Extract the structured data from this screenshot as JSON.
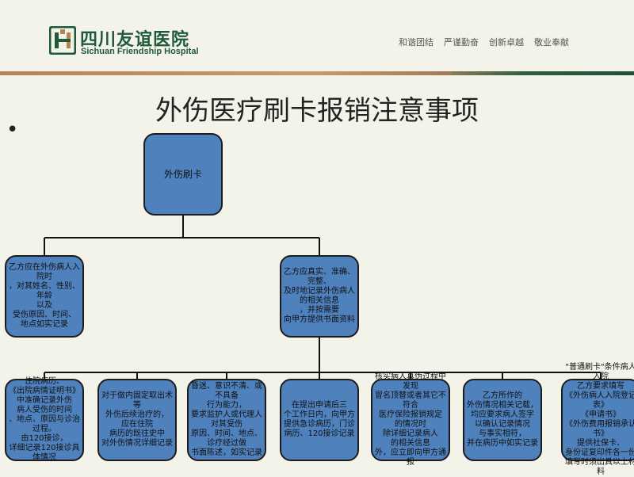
{
  "header": {
    "logo_cn": "四川友谊医院",
    "logo_en": "Sichuan Friendship Hospital",
    "nav": [
      "和谐团结",
      "严谨勤奋",
      "创新卓越",
      "敬业奉献"
    ]
  },
  "slide": {
    "title": "外伤医疗刷卡报销注意事项",
    "bullet": "•"
  },
  "diagram": {
    "root": "外伤刷卡",
    "level2": [
      "乙方应在外伤病人入院时\n，对其姓名、性别、年龄\n以及\n受伤原因、时间、\n地点如实记录",
      "乙方应真实、准确、完整、\n及时地记录外伤病人\n的相关信息\n，并按需要\n向甲方提供书面资料"
    ],
    "level3": [
      "住院病历、\n《出院病情证明书》\n中准确记录外伤\n病人受伤的时间\n、地点、原因与诊治过程。\n由120接诊，\n详细记录120接诊具体情况",
      "对于做内固定取出术等\n外伤后续治疗的，\n应在住院\n病历的既往史中\n对外伤情况详细记录",
      "昏迷、意识不清、或不具备\n行为能力，\n要求监护人或代理人\n对其受伤\n原因、时间、地点、\n诊疗经过做\n书面陈述，如实记录",
      "在提出申请后三\n个工作日内，向甲方\n提供急诊病历，门诊\n病历、120接诊记录",
      "核实病人真伪过程中\n发现\n冒名顶替或者其它不符合\n医疗保险报销规定\n的情况时\n除详细记录病人\n的相关信息\n外，应立即向甲方通报",
      "乙方所作的\n外伤情况相关记载，\n均应要求病人签字\n以确认记录情况\n与事实相符，\n并在病历中如实记录",
      "\"普通刷卡\"条件病人入院\n乙方要求填写\n《外伤病人入院登记表》\n《申请书》\n《外伤费用报销承认书》\n提供社保卡、\n身份证复印件各一份\n填写时须出具以上材料"
    ]
  },
  "colors": {
    "node_fill": "#4f81bd",
    "node_border": "#1c1c1c",
    "brand_green": "#1f5a3b",
    "band_brown": "#c99a6a",
    "background": "#f4f3ea"
  }
}
